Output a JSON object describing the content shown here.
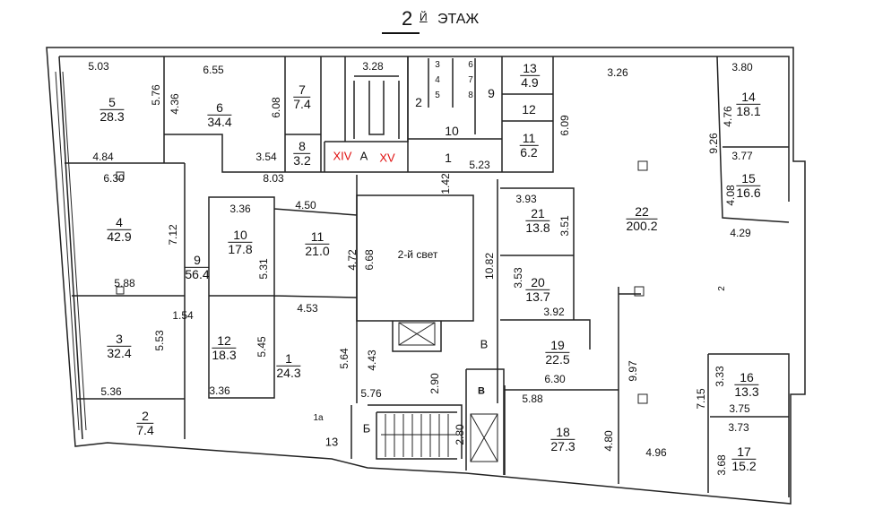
{
  "header": {
    "floor_number": "2",
    "floor_suffix": "Й",
    "floor_word": "ЭТАЖ"
  },
  "rooms": [
    {
      "number": "5",
      "area": "28.3"
    },
    {
      "number": "6",
      "area": "34.4"
    },
    {
      "number": "7",
      "area": "7.4"
    },
    {
      "number": "8",
      "area": "3.2"
    },
    {
      "number": "4",
      "area": "42.9"
    },
    {
      "number": "9",
      "area": "56.4"
    },
    {
      "number": "10",
      "area": "17.8"
    },
    {
      "number": "11",
      "area": "21.0"
    },
    {
      "number": "3",
      "area": "32.4"
    },
    {
      "number": "12",
      "area": "18.3"
    },
    {
      "number": "1",
      "area": "24.3"
    },
    {
      "number": "2",
      "area": "7.4"
    },
    {
      "number": "13",
      "area": "4.9"
    },
    {
      "number": "11",
      "area": "6.2"
    },
    {
      "number": "21",
      "area": "13.8"
    },
    {
      "number": "20",
      "area": "13.7"
    },
    {
      "number": "19",
      "area": "22.5"
    },
    {
      "number": "18",
      "area": "27.3"
    },
    {
      "number": "22",
      "area": "200.2"
    },
    {
      "number": "14",
      "area": "18.1"
    },
    {
      "number": "15",
      "area": "16.6"
    },
    {
      "number": "16",
      "area": "13.3"
    },
    {
      "number": "17",
      "area": "15.2"
    }
  ],
  "labels": {
    "wc_12": "12",
    "wc_10": "10",
    "corridor_1": "1",
    "wc_2": "2",
    "wc_9": "9",
    "stair_a": "A",
    "axis_xiv": "XIV",
    "axis_xv": "XV",
    "atrium": "2-й свет",
    "v_hall": "В",
    "v_small": "В",
    "stair_b": "Б",
    "room_13": "13",
    "room_1a": "1а",
    "room_22_mark": "2",
    "stalls": [
      "3",
      "4",
      "5",
      "6",
      "7",
      "8"
    ]
  },
  "dimensions": [
    "5.03",
    "5.76",
    "4.36",
    "6.55",
    "6.08",
    "3.28",
    "3.26",
    "3.80",
    "4.76",
    "9.26",
    "3.77",
    "4.08",
    "4.29",
    "6.09",
    "5.23",
    "1.42",
    "3.93",
    "3.51",
    "10.82",
    "3.53",
    "3.92",
    "4.84",
    "6.30",
    "8.03",
    "3.54",
    "3.36",
    "4.50",
    "7.12",
    "5.31",
    "4.72",
    "6.68",
    "5.88",
    "1.54",
    "4.53",
    "5.53",
    "5.45",
    "5.64",
    "4.43",
    "5.36",
    "3.36",
    "5.76",
    "2.90",
    "2.80",
    "6.30",
    "5.88",
    "9.97",
    "4.80",
    "4.96",
    "7.15",
    "3.33",
    "3.75",
    "3.73",
    "3.68"
  ],
  "colors": {
    "walls": "#222222",
    "axis_labels": "#e01010"
  }
}
